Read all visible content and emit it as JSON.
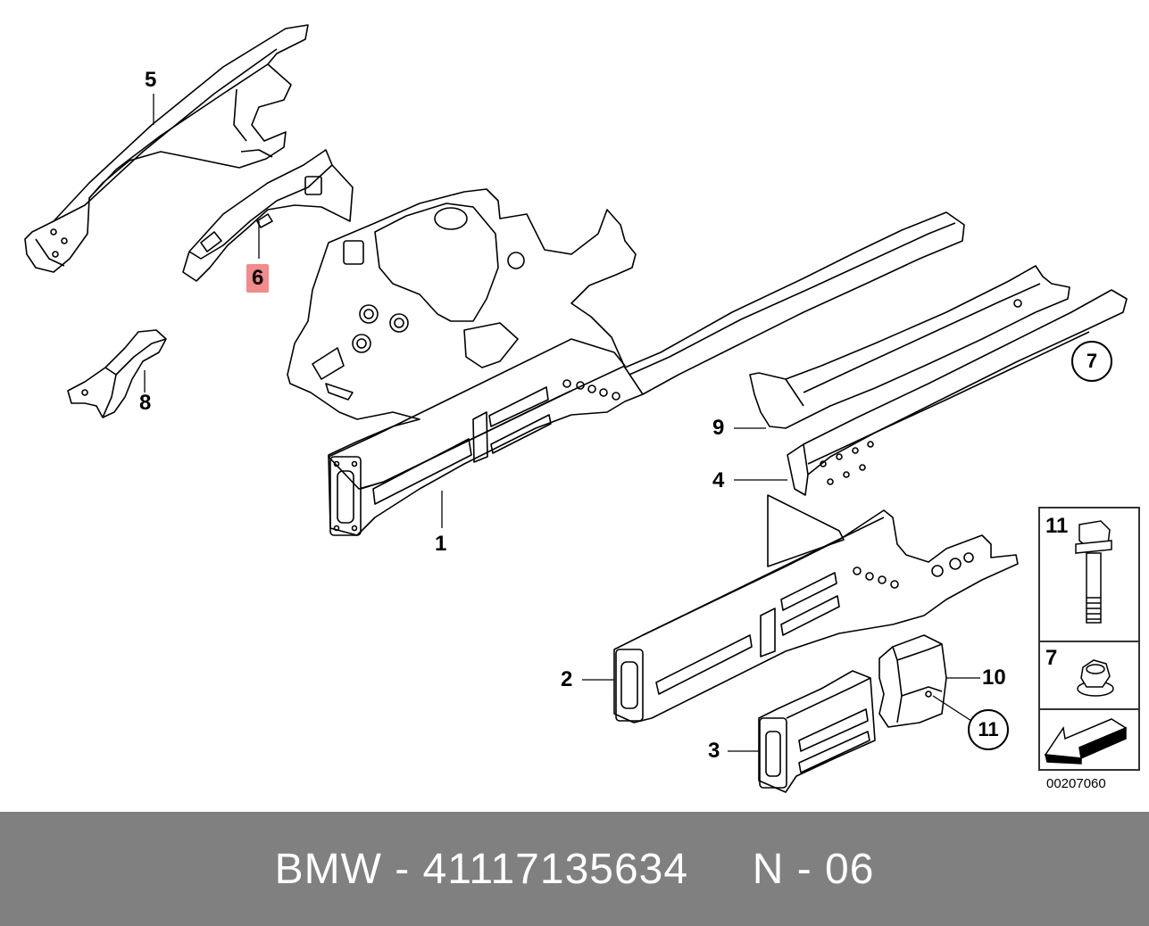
{
  "diagram": {
    "callouts": {
      "c1": "1",
      "c2": "2",
      "c3": "3",
      "c4": "4",
      "c5": "5",
      "c6": "6",
      "c7": "7",
      "c8": "8",
      "c9": "9",
      "c10": "10",
      "c11": "11"
    },
    "highlighted_part": "6",
    "highlight_color": "#f28b8b",
    "legend": {
      "items": [
        {
          "label": "11",
          "icon": "bolt-icon"
        },
        {
          "label": "7",
          "icon": "nut-icon"
        },
        {
          "label": "",
          "icon": "arrow-left-icon"
        }
      ]
    },
    "reference_number": "00207060"
  },
  "footer": {
    "text": "BMW - 41117135634     N - 06",
    "background_color": "#808080",
    "text_color": "#ffffff"
  }
}
